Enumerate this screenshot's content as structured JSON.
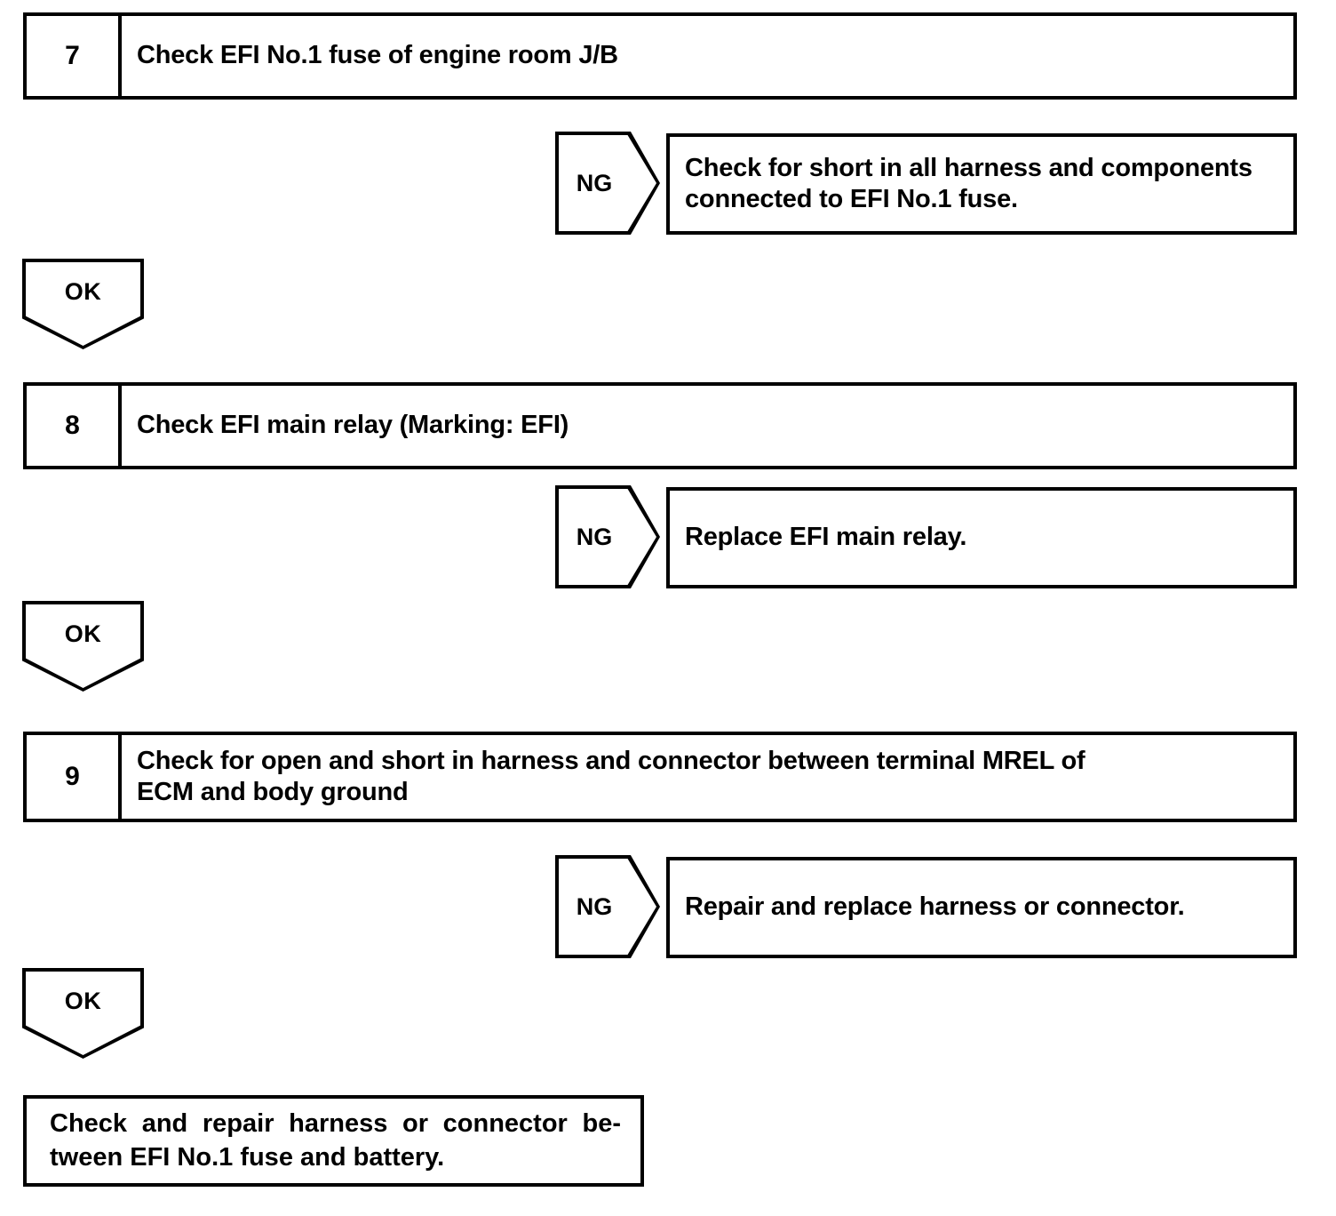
{
  "document": {
    "type": "diagnostic-flowchart",
    "title": "EFI Troubleshooting Steps 7-9"
  },
  "steps": [
    {
      "number": "7",
      "text": "Check EFI No.1 fuse of engine room J/B",
      "ng": {
        "label": "NG",
        "action_line1": "Check for short in all harness and components",
        "action_line2": "connected to EFI No.1 fuse."
      },
      "ok": {
        "label": "OK"
      }
    },
    {
      "number": "8",
      "text": "Check EFI main relay (Marking: EFI)",
      "ng": {
        "label": "NG",
        "action_line1": "Replace EFI main relay.",
        "action_line2": ""
      },
      "ok": {
        "label": "OK"
      }
    },
    {
      "number": "9",
      "text_line1": "Check for open and short in harness and connector between terminal MREL of",
      "text_line2": "ECM and body ground",
      "ng": {
        "label": "NG",
        "action_line1": "Repair and replace harness or connector.",
        "action_line2": ""
      },
      "ok": {
        "label": "OK"
      }
    }
  ],
  "result": {
    "line1": "Check and repair harness or connector be-",
    "line2": "tween EFI No.1 fuse and battery."
  },
  "colors": {
    "stroke": "#000000",
    "fill": "#ffffff",
    "text": "#000000"
  }
}
